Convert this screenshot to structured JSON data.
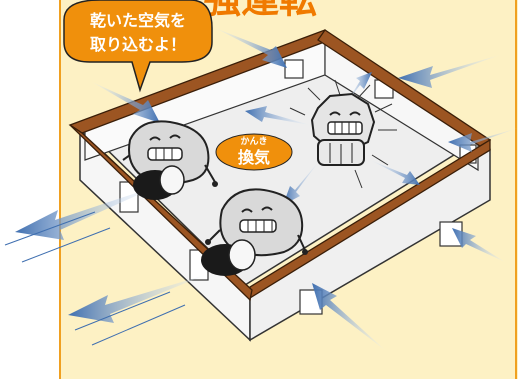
{
  "title_partial": "強運転",
  "speech_bubble": {
    "line1": "乾いた空気を",
    "line2": "取り込むよ！"
  },
  "label": {
    "ruby": "かんき",
    "main": "換気"
  },
  "colors": {
    "background": "#fdf1c4",
    "frame_border": "#f0a020",
    "accent_orange": "#f0900c",
    "wood": "#9c5522",
    "wall": "#f3f3f3",
    "arrow_blue": "#3f6fb0",
    "arrow_light": "#cfe0f2"
  }
}
